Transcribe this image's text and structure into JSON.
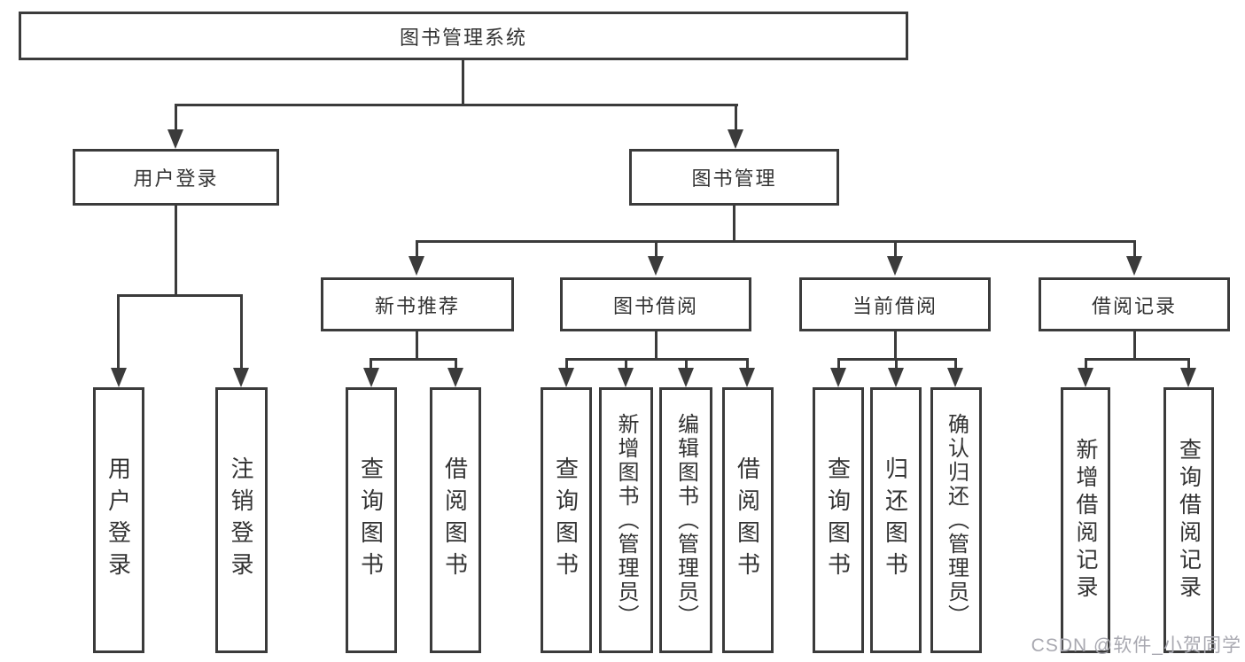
{
  "tree": {
    "root": {
      "label": "图书管理系统"
    },
    "branches": [
      {
        "label": "用户登录",
        "children": [
          {
            "label": "用户登录"
          },
          {
            "label": "注销登录"
          }
        ]
      },
      {
        "label": "图书管理",
        "children": [
          {
            "label": "新书推荐",
            "children": [
              {
                "label": "查询图书"
              },
              {
                "label": "借阅图书"
              }
            ]
          },
          {
            "label": "图书借阅",
            "children": [
              {
                "label": "查询图书"
              },
              {
                "label": "新增图书（管理员）"
              },
              {
                "label": "编辑图书（管理员）"
              },
              {
                "label": "借阅图书"
              }
            ]
          },
          {
            "label": "当前借阅",
            "children": [
              {
                "label": "查询图书"
              },
              {
                "label": "归还图书"
              },
              {
                "label": "确认归还（管理员）"
              }
            ]
          },
          {
            "label": "借阅记录",
            "children": [
              {
                "label": "新增借阅记录"
              },
              {
                "label": "查询借阅记录"
              }
            ]
          }
        ]
      }
    ]
  },
  "watermark": "CSDN @软件_小贺同学",
  "colors": {
    "line": "#3b3b3b",
    "text": "#333333",
    "watermark": "#a8a8b0"
  }
}
